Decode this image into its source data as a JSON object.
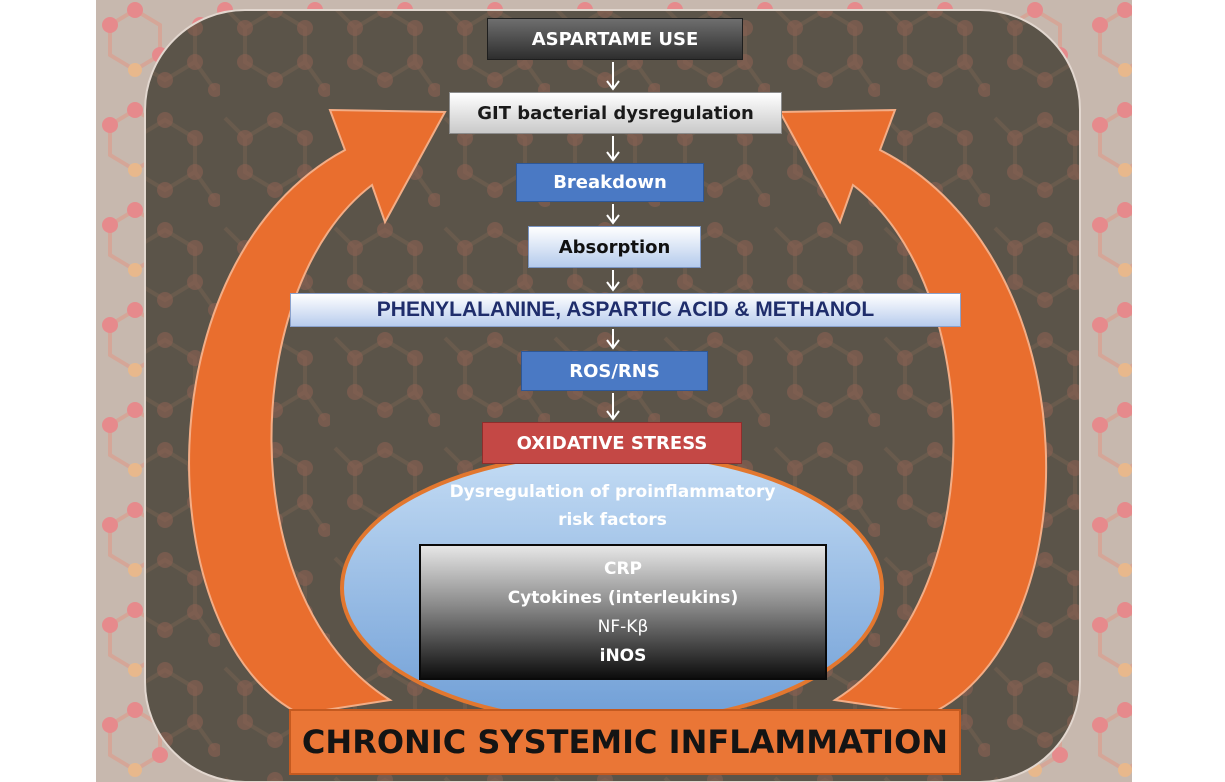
{
  "colors": {
    "arrow_orange": "#e96e2e",
    "panel_dark": "#5b5449",
    "box_blue": "#4a79c4",
    "box_red": "#c44845",
    "ellipse_blue": "#9ec3ea"
  },
  "flow": {
    "aspartame": "ASPARTAME USE",
    "git": "GIT bacterial dysregulation",
    "breakdown": "Breakdown",
    "absorption": "Absorption",
    "compounds": "PHENYLALANINE, ASPARTIC ACID & METHANOL",
    "ros": "ROS/RNS",
    "oxidative": "OXIDATIVE STRESS"
  },
  "risk": {
    "line1": "Dysregulation of proinflammatory",
    "line2": "risk factors"
  },
  "markers": [
    "CRP",
    "Cytokines (interleukins)",
    "NF-Kβ",
    "iNOS"
  ],
  "outcome": "CHRONIC SYSTEMIC INFLAMMATION"
}
